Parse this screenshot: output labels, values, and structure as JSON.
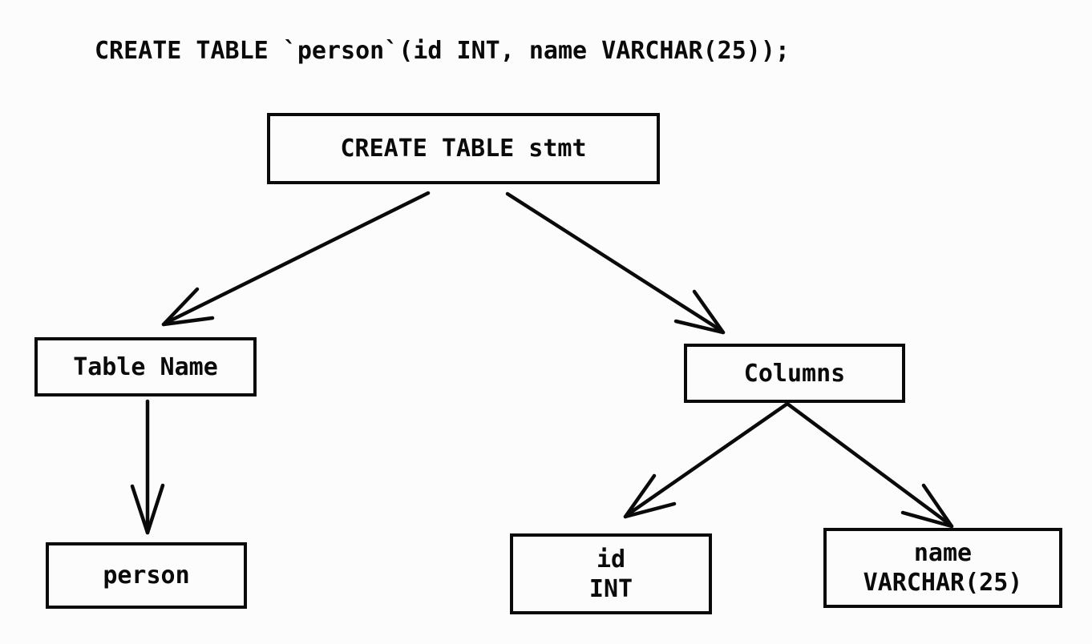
{
  "colors": {
    "ink": "#0a0a0a",
    "background": "#fcfcfc"
  },
  "code_line": "CREATE TABLE `person`(id INT, name VARCHAR(25));",
  "diagram": {
    "nodes": {
      "stmt": {
        "label": "CREATE TABLE stmt"
      },
      "table_name": {
        "label": "Table Name"
      },
      "columns": {
        "label": "Columns"
      },
      "person": {
        "label": "person"
      },
      "id_col": {
        "line1": "id",
        "line2": "INT"
      },
      "name_col": {
        "line1": "name",
        "line2": "VARCHAR(25)"
      }
    },
    "edges": [
      {
        "from": "stmt",
        "to": "table_name"
      },
      {
        "from": "stmt",
        "to": "columns"
      },
      {
        "from": "table_name",
        "to": "person"
      },
      {
        "from": "columns",
        "to": "id_col"
      },
      {
        "from": "columns",
        "to": "name_col"
      }
    ]
  }
}
